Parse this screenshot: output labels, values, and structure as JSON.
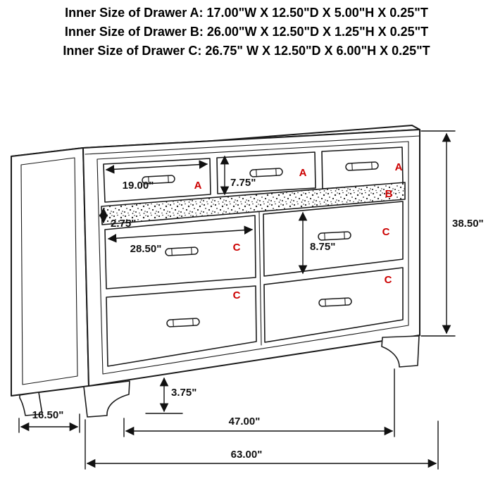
{
  "header": {
    "lines": [
      "Inner Size of Drawer A: 17.00\"W X 12.50\"D X 5.00\"H X 0.25\"T",
      "Inner Size of Drawer B: 26.00\"W X 12.50\"D X 1.25\"H X 0.25\"T",
      "Inner Size of Drawer C: 26.75\" W X 12.50\"D X 6.00\"H X 0.25\"T"
    ]
  },
  "diagram": {
    "subject": "seven-drawer dresser dimension drawing",
    "drawer_letters": {
      "a1": "A",
      "a2": "A",
      "a3": "A",
      "b": "B",
      "c_left_upper": "C",
      "c_left_lower": "C",
      "c_right_upper": "C",
      "c_right_lower": "C"
    },
    "dimensions": {
      "drawer_a_width": "19.00\"",
      "drawer_a_face_height": "7.75\"",
      "drawer_b_face_height": "2.75\"",
      "drawer_c_width": "28.50\"",
      "drawer_c_face_height": "8.75\"",
      "overall_height": "38.50\"",
      "foot_height": "3.75\"",
      "base_depth": "16.50\"",
      "feet_span_width": "47.00\"",
      "overall_width": "63.00\""
    },
    "colors": {
      "line": "#1a1a1a",
      "label_red": "#cc0000",
      "dimension_text": "#111111",
      "background": "#ffffff"
    }
  }
}
